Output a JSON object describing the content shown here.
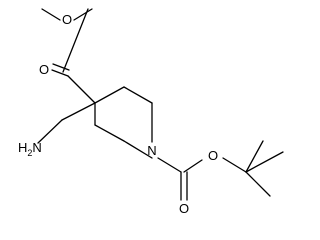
{
  "atoms": {
    "oxygen_methoxy": "O",
    "oxygen_ester_carbonyl": "O",
    "nitrogen_amine_prefix": "H",
    "nitrogen_amine_subscript": "2",
    "nitrogen_amine_suffix": "N",
    "nitrogen_ring": "N",
    "oxygen_carbamate_ether": "O",
    "oxygen_carbamate_carbonyl": "O"
  },
  "colors": {
    "bond": "#000000",
    "background": "#ffffff"
  }
}
